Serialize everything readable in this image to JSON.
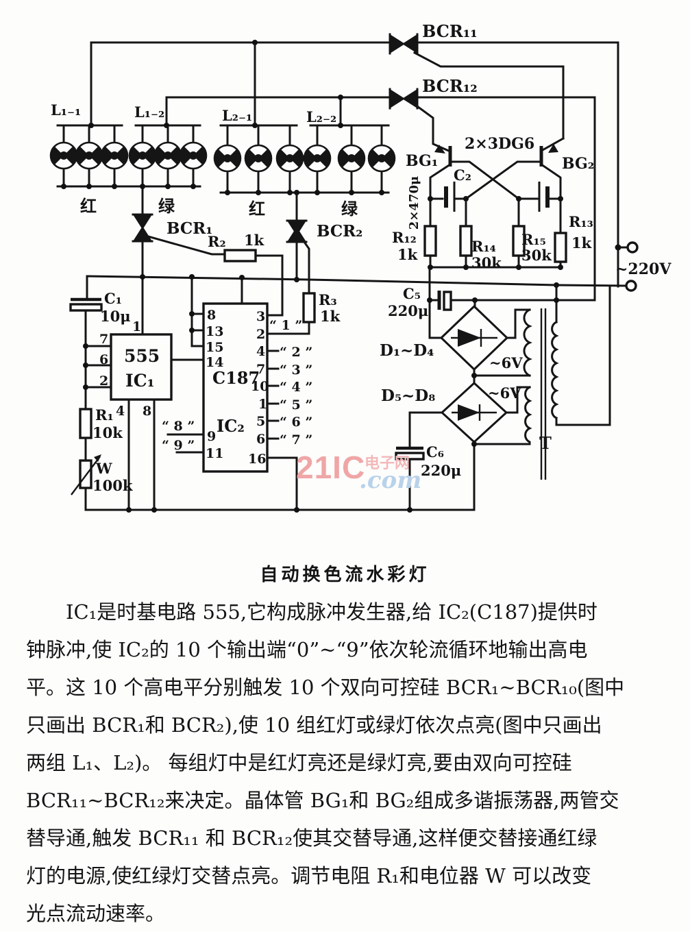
{
  "schematic": {
    "labels": {
      "bcr11": "BCR₁₁",
      "bcr12": "BCR₁₂",
      "l11": "L₁₋₁",
      "l12": "L₁₋₂",
      "l21": "L₂₋₁",
      "l22": "L₂₋₂",
      "red1": "红",
      "green1": "绿",
      "red2": "红",
      "green2": "绿",
      "bcr1": "BCR₁",
      "bcr2": "BCR₂",
      "r2": "R₂",
      "r2v": "1k",
      "r3": "R₃",
      "r3v": "1k",
      "c1": "C₁",
      "c1v": "10μ",
      "ic1_name": "555",
      "ic1_ref": "IC₁",
      "ic1_p1": "1",
      "ic1_p7": "7",
      "ic1_p6": "6",
      "ic1_p2": "2",
      "ic1_p4": "4",
      "ic1_p8": "8",
      "r1": "R₁",
      "r1v": "10k",
      "w": "W",
      "wv": "100k",
      "ic2_name": "C187",
      "ic2_ref": "IC₂",
      "bg1": "BG₁",
      "bg2": "BG₂",
      "dg": "2×3DG6",
      "c2": "C₂",
      "c2v": "2×470μ",
      "r12": "R₁₂",
      "r12v": "1k",
      "r14": "R₁₄",
      "r14v": "30k",
      "r15": "R₁₅",
      "r15v": "30k",
      "r13": "R₁₃",
      "r13v": "1k",
      "c5": "C₅",
      "c5v": "220μ",
      "c6": "C₆",
      "c6v": "220μ",
      "d14": "D₁~D₄",
      "d58": "D₅~D₈",
      "v6a": "~6V",
      "v6b": "~6V",
      "t": "T",
      "mains": "~220V"
    },
    "ic2_pins_left": [
      "8",
      "13",
      "15",
      "14",
      "9",
      "11"
    ],
    "ic2_pins_right": [
      "3",
      "2",
      "4",
      "7",
      "10",
      "1",
      "5",
      "6",
      "16"
    ],
    "outputs": [
      "“ 1 ”",
      "“ 2 ”",
      "“ 3 ”",
      "“ 4 ”",
      "“ 5 ”",
      "“ 6 ”",
      "“ 7 ”",
      "“ 8 ”",
      "“ 9 ”"
    ]
  },
  "watermark": {
    "big": "21IC",
    "cn": "电子网",
    "com": ".com"
  },
  "caption": "自动换色流水彩灯",
  "body_text": {
    "lines": [
      "　　IC₁是时基电路 555,它构成脉冲发生器,给 IC₂(C187)提供时",
      "钟脉冲,使 IC₂的 10 个输出端“0”~“9”依次轮流循环地输出高电",
      "平。这 10 个高电平分别触发 10 个双向可控硅 BCR₁~BCR₁₀(图中",
      "只画出 BCR₁和 BCR₂),使 10 组红灯或绿灯依次点亮(图中只画出",
      "两组 L₁、L₂)。 每组灯中是红灯亮还是绿灯亮,要由双向可控硅",
      "BCR₁₁~BCR₁₂来决定。晶体管 BG₁和 BG₂组成多谐振荡器,两管交",
      "替导通,触发 BCR₁₁ 和 BCR₁₂使其交替导通,这样便交替接通红绿",
      "灯的电源,使红绿灯交替点亮。调节电阻 R₁和电位器 W 可以改变",
      "光点流动速率。"
    ]
  }
}
